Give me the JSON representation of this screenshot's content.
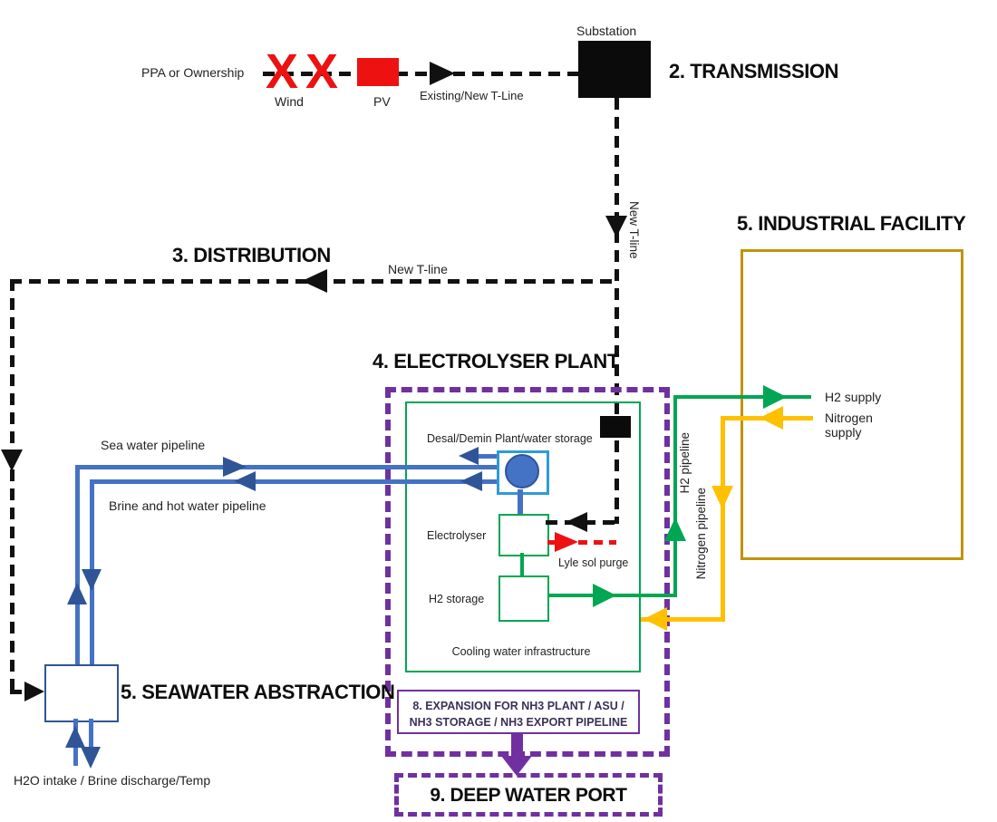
{
  "colors": {
    "red": "#EE1111",
    "blue": "#4472C4",
    "blue_dark": "#2F5597",
    "blue_light": "#2E9BD6",
    "green": "#00A651",
    "yellow": "#FFC000",
    "gold_border": "#C09408",
    "purple": "#7030A0",
    "purple_text": "#3B3057",
    "black": "#111111"
  },
  "generation": {
    "ppa_label": "PPA or Ownership",
    "wind_mark": "X",
    "wind_label": "Wind",
    "pv_label": "PV",
    "tline_label": "Existing/New T-Line",
    "substation_label": "Substation",
    "transmission_title": "2. TRANSMISSION"
  },
  "transmission": {
    "new_tline_vertical": "New T-line"
  },
  "distribution": {
    "title": "3. DISTRIBUTION",
    "new_tline_label": "New T-line"
  },
  "industrial": {
    "title": "5. INDUSTRIAL FACILITY",
    "h2_supply": "H2 supply",
    "nitrogen_supply": "Nitrogen supply"
  },
  "pipelines": {
    "h2": "H2 pipeline",
    "nitrogen": "Nitrogen pipeline",
    "sea_water": "Sea water pipeline",
    "brine": "Brine and hot water pipeline"
  },
  "electrolyser_plant": {
    "title": "4. ELECTROLYSER PLANT",
    "desal_label": "Desal/Demin Plant/water storage",
    "electrolyser_label": "Electrolyser",
    "h2_storage_label": "H2 storage",
    "purge_label": "Lyle sol purge",
    "cooling_label": "Cooling water infrastructure"
  },
  "expansion": {
    "line1": "8. EXPANSION FOR NH3 PLANT / ASU /",
    "line2": "NH3 STORAGE / NH3 EXPORT PIPELINE"
  },
  "port": {
    "title": "9. DEEP WATER PORT"
  },
  "seawater": {
    "title": "5. SEAWATER ABSTRACTION",
    "intake_label": "H2O intake / Brine discharge/Temp"
  }
}
